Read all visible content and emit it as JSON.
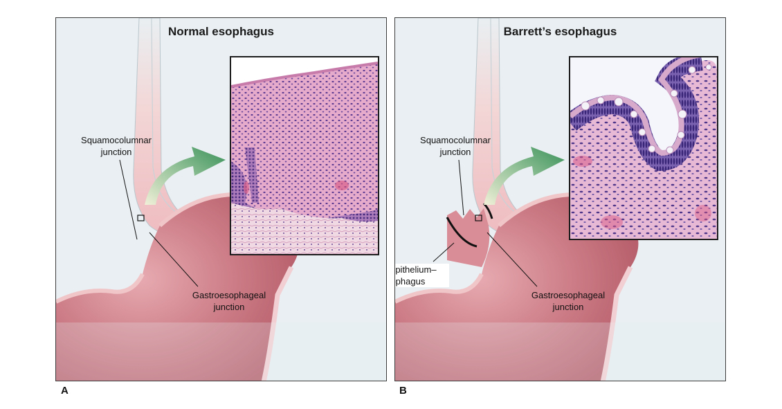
{
  "panels": {
    "a": {
      "letter": "A",
      "title": "Normal esophagus",
      "label_squamocolumnar_line1": "Squamocolumnar",
      "label_squamocolumnar_line2": "junction",
      "label_gastro_line1": "Gastroesophageal",
      "label_gastro_line2": "junction"
    },
    "b": {
      "letter": "B",
      "title": "Barrett’s esophagus",
      "label_squamocolumnar_line1": "Squamocolumnar",
      "label_squamocolumnar_line2": "junction",
      "label_columnar_line1": "Columnar-epithelium–",
      "label_columnar_line2": "lined esophagus",
      "label_gastro_line1": "Gastroesophageal",
      "label_gastro_line2": "junction"
    }
  },
  "colors": {
    "background": "#e9eff2",
    "stomach": "#c9747e",
    "squamous_tissue": "#f2c9c9",
    "arrow_green": "#3f9a5a",
    "histology_pink": "#e8a7c9",
    "histology_nuclei": "#4a2f86"
  }
}
